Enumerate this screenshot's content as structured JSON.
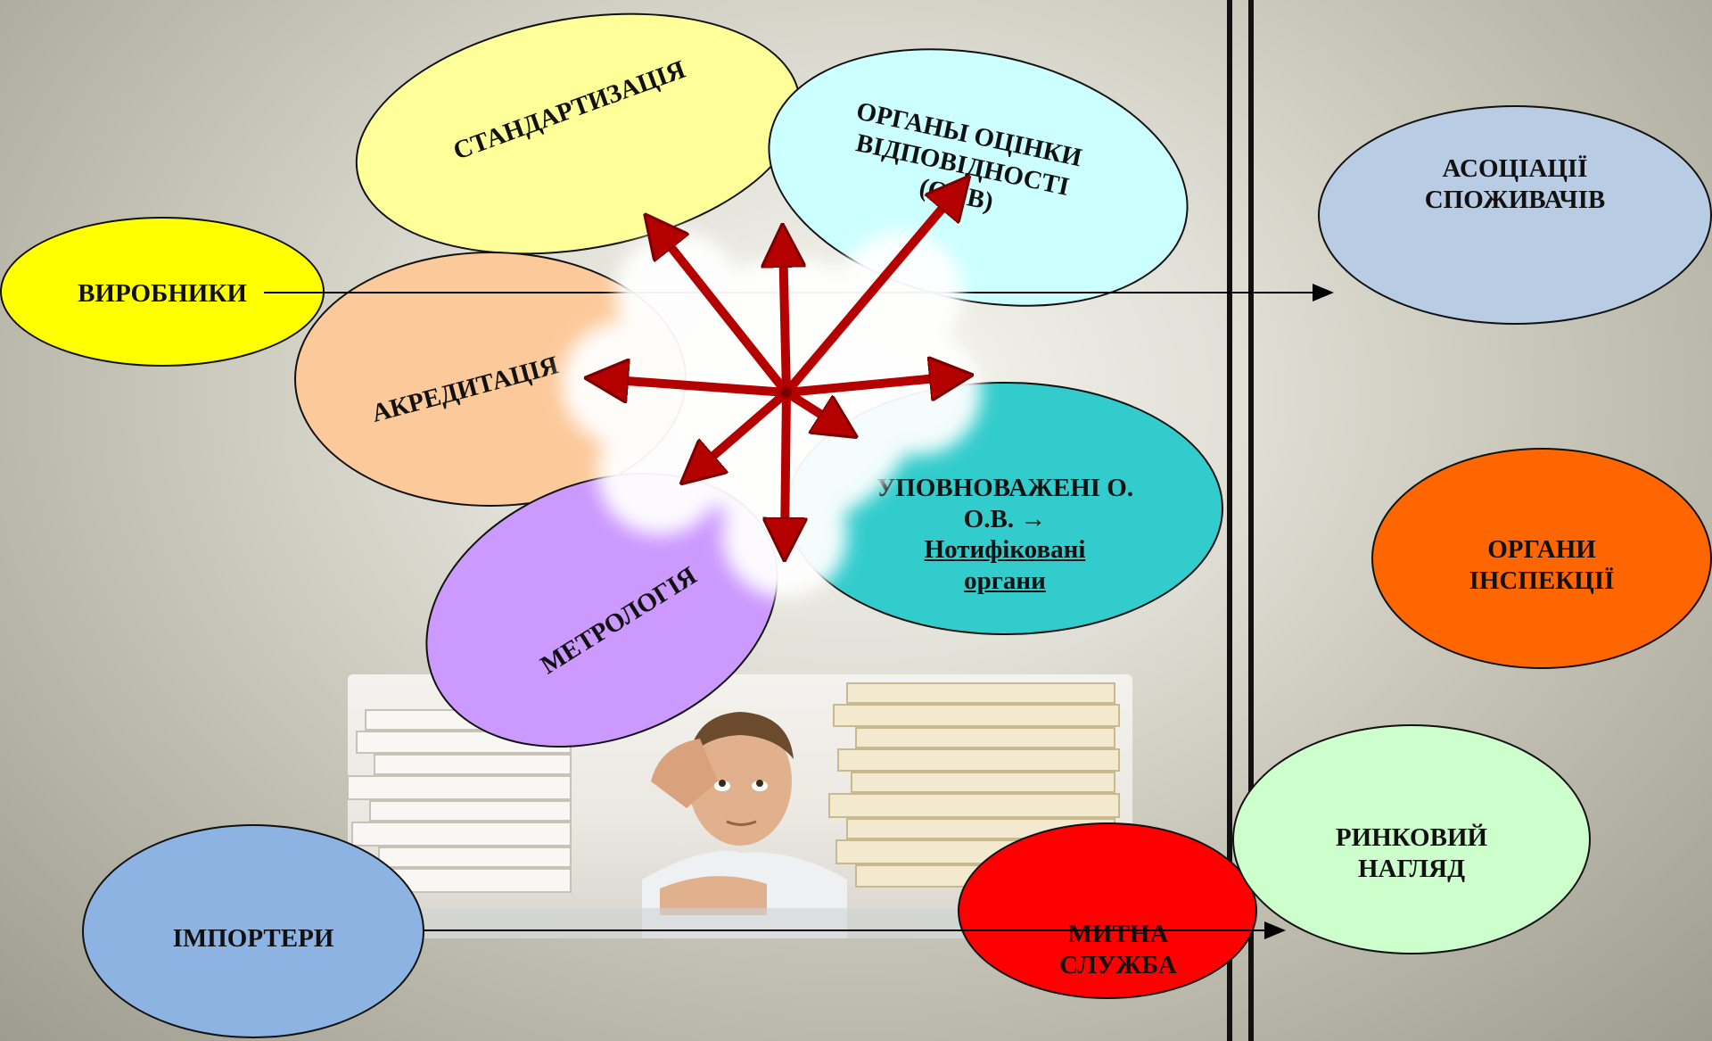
{
  "diagram": {
    "nodes": {
      "vyrobnyky": "ВИРОБНИКИ",
      "standartyzatsiia": "СТАНДАРТИЗАЦІЯ",
      "organy_otsinky": "ОРГАНЫ ОЦІНКИ\nВІДПОВІДНОСТІ\n(ООВ)",
      "akredytatsiia": "АКРЕДИТАЦІЯ",
      "upovnovazheni": "УПОВНОВАЖЕНІ О.\nО.В. →",
      "notyfikovani": "Нотифіковані\nоргани",
      "metrolohiia": "МЕТРОЛОГІЯ",
      "importery": "ІМПОРТЕРИ",
      "mytna_sluzhba": "МИТНА\nСЛУЖБА",
      "asotsiatsii": "АСОЦІАЦІЇ\nСПОЖИВАЧІВ",
      "organy_inspektsii": "ОРГАНИ\nІНСПЕКЦІЇ",
      "rynkovyi_nahliad": "РИНКОВИЙ\nНАГЛЯД"
    },
    "colors": {
      "vyrobnyky": "#ffff00",
      "standartyzatsiia": "#ffff99",
      "organy_otsinky": "#ccffff",
      "akredytatsiia": "#fcc99a",
      "upovnovazheni": "#33cccc",
      "metrolohiia": "#cc99ff",
      "importery": "#8db3e2",
      "mytna_sluzhba": "#ff0000",
      "asotsiatsii": "#b8cce4",
      "organy_inspektsii": "#ff6600",
      "rynkovyi_nahliad": "#ccffcc",
      "arrow_star": "#c00000"
    },
    "icons": [
      "starburst-arrows-icon",
      "stressed-man-paper-stacks-photo"
    ]
  }
}
